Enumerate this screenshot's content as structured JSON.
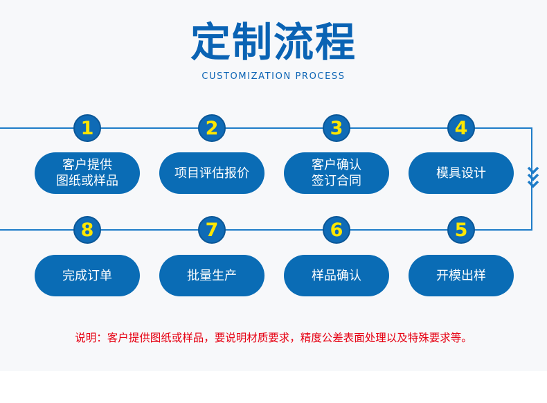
{
  "header": {
    "title": "定制流程",
    "subtitle": "CUSTOMIZATION PROCESS"
  },
  "steps": [
    {
      "number": "1",
      "label": "客户提供\n图纸或样品"
    },
    {
      "number": "2",
      "label": "项目评估报价"
    },
    {
      "number": "3",
      "label": "客户确认\n签订合同"
    },
    {
      "number": "4",
      "label": "模具设计"
    },
    {
      "number": "5",
      "label": "开模出样"
    },
    {
      "number": "6",
      "label": "样品确认"
    },
    {
      "number": "7",
      "label": "批量生产"
    },
    {
      "number": "8",
      "label": "完成订单"
    }
  ],
  "note": "说明：客户提供图纸或样品，要说明材质要求，精度公差表面处理以及特殊要求等。",
  "colors": {
    "primary_blue": "#0a6cb5",
    "number_yellow": "#ffe600",
    "note_red": "#e60012",
    "line_blue": "#1e7cc8"
  },
  "icons": [
    "chevron-down-icon"
  ]
}
